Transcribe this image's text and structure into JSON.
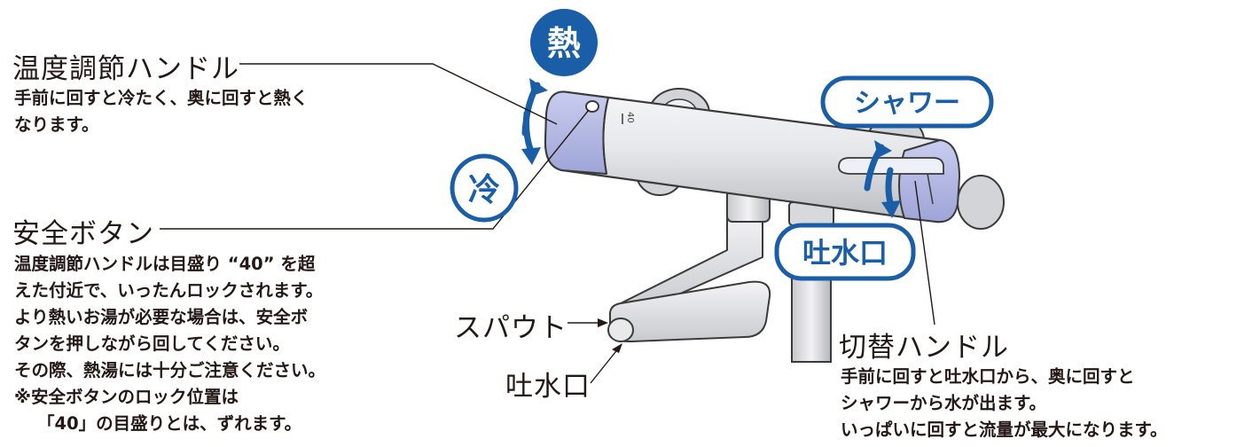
{
  "labels": {
    "temp_handle": "温度調節ハンドル",
    "safety_button": "安全ボタン",
    "spout": "スパウト",
    "spout_outlet": "吐水口",
    "switch_handle": "切替ハンドル"
  },
  "descriptions": {
    "temp_handle": [
      "手前に回すと冷たく、奥に回すと熱く",
      "なります。"
    ],
    "safety_button": [
      "温度調節ハンドルは目盛り “40” を超",
      "えた付近で、いったんロックされます。",
      "より熱いお湯が必要な場合は、安全ボ",
      "タンを押しながら回してください。",
      "その際、熱湯には十分ご注意ください。",
      "※安全ボタンのロック位置は",
      "「40」の目盛りとは、ずれます。"
    ],
    "switch_handle": [
      "手前に回すと吐水口から、奥に回すと",
      "シャワーから水が出ます。",
      "いっぱいに回すと流量が最大になります。"
    ]
  },
  "badges": {
    "hot": "熱",
    "cold": "冷",
    "shower": "シャワー",
    "outlet": "吐水口"
  },
  "scale_mark": "40",
  "colors": {
    "accent_blue": "#1a5ea8",
    "highlight_lavender": "#b8bde6",
    "body_gray": "#e3e4e7",
    "outline": "#3a3a3a"
  }
}
